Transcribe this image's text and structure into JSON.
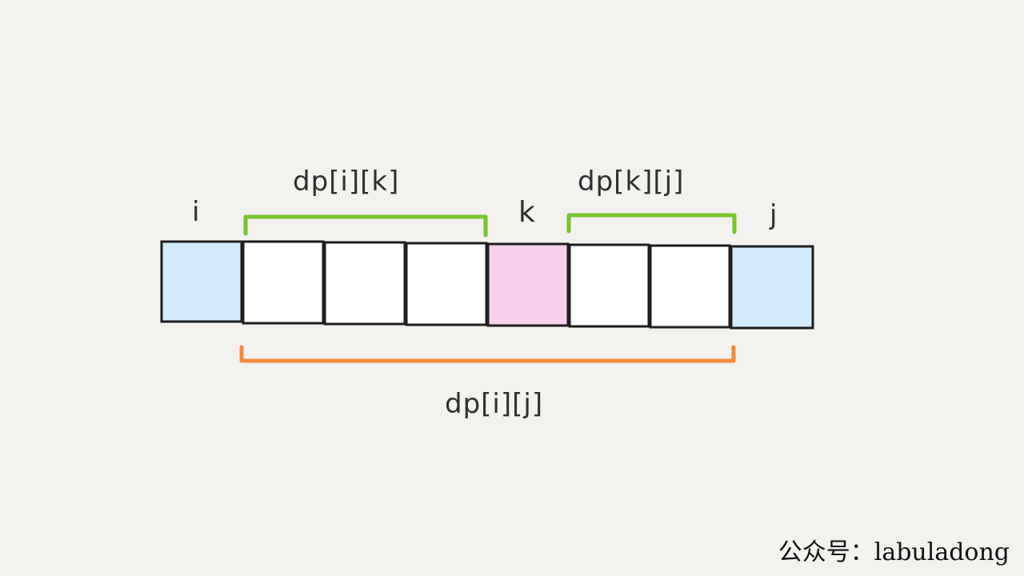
{
  "labels": {
    "i": "i",
    "k": "k",
    "j": "j",
    "dp_ik": "dp[i][k]",
    "dp_kj": "dp[k][j]",
    "dp_ij": "dp[i][j]"
  },
  "watermark": "公众号：labuladong",
  "cells": [
    {
      "fill": "#d2ecfb"
    },
    {
      "fill": "#ffffff"
    },
    {
      "fill": "#ffffff"
    },
    {
      "fill": "#ffffff"
    },
    {
      "fill": "#f8d0ec"
    },
    {
      "fill": "#ffffff"
    },
    {
      "fill": "#ffffff"
    },
    {
      "fill": "#d2ecfb"
    }
  ],
  "colors": {
    "bracket_green": "#76c52a",
    "bracket_orange": "#f08a3c",
    "outline": "#1e1e1e",
    "background": "#f3f2ef"
  }
}
